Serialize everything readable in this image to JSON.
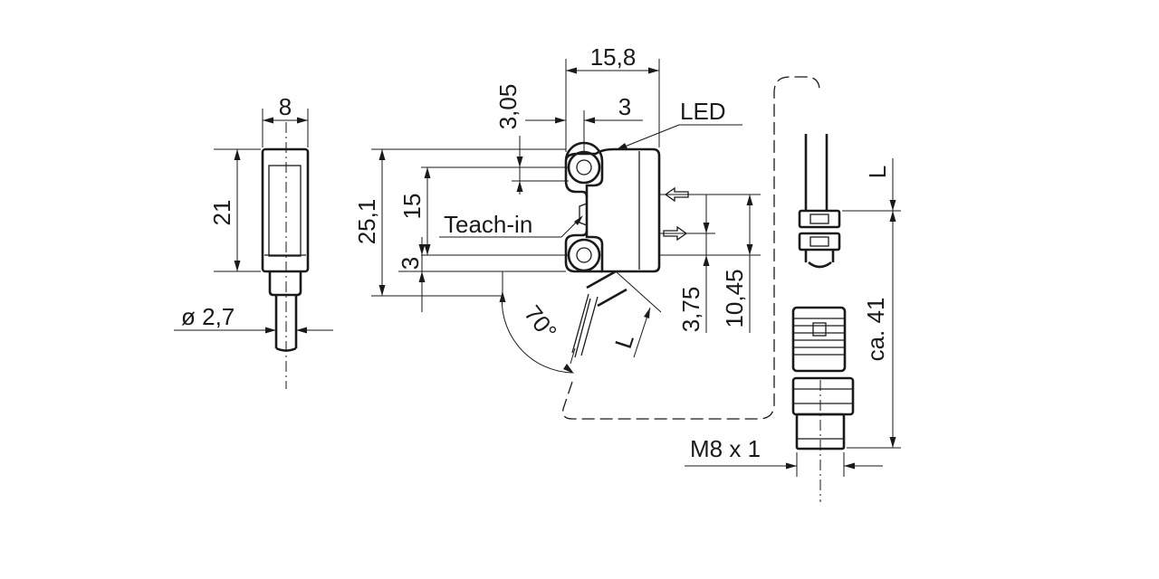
{
  "dimensions": {
    "front_width": "8",
    "front_height": "21",
    "cable_diameter": "ø  2,7",
    "total_length": "15,8",
    "hole_offset": "3,05",
    "led_offset": "3",
    "total_height": "25,1",
    "hole_spacing": "15",
    "bottom_offset": "3",
    "angle": "70°",
    "cable_length_side": "L",
    "optical_offset_1": "3,75",
    "optical_offset_2": "10,45",
    "cable_length_connector": "L",
    "connector_length": "ca.  41",
    "thread": "M8 x 1"
  },
  "labels": {
    "led": "LED",
    "teach_in": "Teach-in"
  }
}
